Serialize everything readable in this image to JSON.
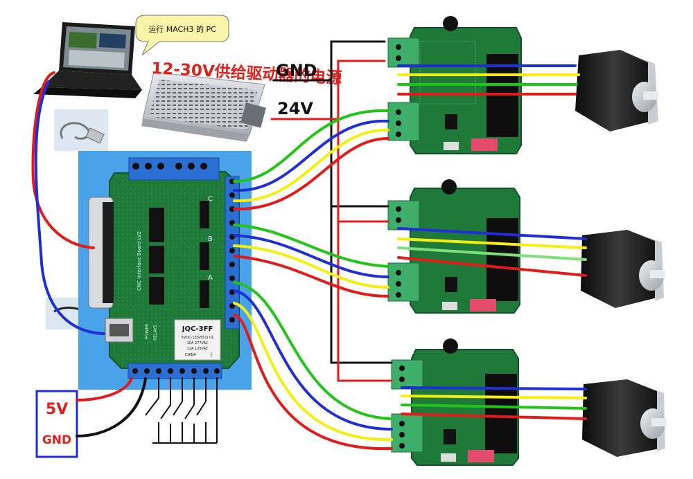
{
  "labels": {
    "pc_bubble": "运行 MACH3 的 PC",
    "psu_caption": "12-30V供给驱动器的电源",
    "gnd": "GND",
    "v24": "24V",
    "v5": "5V",
    "gnd_small": "GND",
    "relay_model": "JQC-3FF",
    "relay_line1": "5VDC-1ZS(551) UL",
    "relay_line2": "10A 277VAC",
    "relay_line3": "12A 125VAC",
    "relay_line4": "CHINA",
    "relay_pin": "J",
    "board_name": "CNC Interface Board LV2",
    "axis_c": "C",
    "axis_b": "B",
    "axis_a": "A",
    "pwr_label": "POWER",
    "relays_label": "RELAYS"
  },
  "colors": {
    "wire_red": "#e01b1b",
    "wire_blue": "#1f2fd6",
    "wire_green": "#22c41a",
    "wire_yellow": "#f4ef10",
    "wire_lightgreen": "#7ee07a",
    "wire_black": "#111111",
    "board_green": "#1f7a3a",
    "board_bg_blue": "#4aa3e8",
    "terminal_blue": "#2a6fd1",
    "terminal_green": "#3fae6a",
    "motor_dark": "#1e1e1e",
    "motor_metal": "#c9cdd2",
    "psu_metal": "#cfd2d6",
    "caption_red": "#e0211b"
  }
}
